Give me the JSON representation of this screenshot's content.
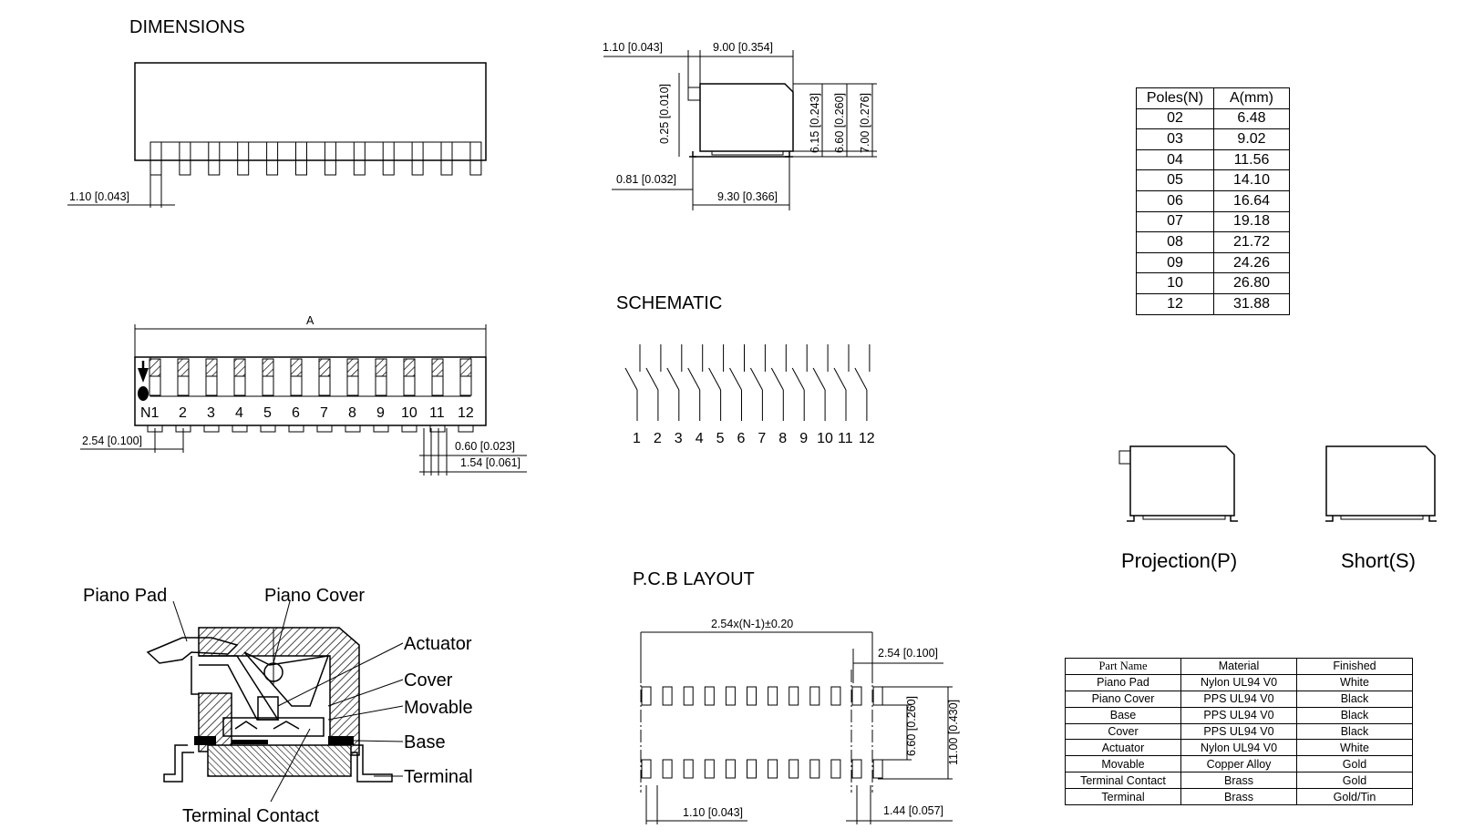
{
  "titles": {
    "dimensions": "DIMENSIONS",
    "schematic": "SCHEMATIC",
    "pcb_layout": "P.C.B  LAYOUT"
  },
  "dims": {
    "top_pitch": "1.10 [0.043]",
    "side_left_offset": "1.10 [0.043]",
    "side_body_width": "9.00 [0.354]",
    "side_lead_thickness": "0.25 [0.010]",
    "side_h1": "6.15 [0.243]",
    "side_h2": "6.60 [0.260]",
    "side_h3": "7.00 [0.276]",
    "side_bottom_offset": "0.81 [0.032]",
    "side_overall_width": "9.30 [0.366]",
    "front_overall": "A",
    "front_pitch": "2.54 [0.100]",
    "front_lead_width": "0.60 [0.023]",
    "front_lead_span": "1.54 [0.061]",
    "pcb_total_pitch": "2.54x(N-1)±0.20",
    "pcb_pitch": "2.54 [0.100]",
    "pcb_row_spacing": "6.60 [0.260]",
    "pcb_overall": "11.00 [0.430]",
    "pcb_pad_width": "1.10 [0.043]",
    "pcb_pad_length": "1.44 [0.057]"
  },
  "front_view": {
    "switch_labels": [
      "N1",
      "2",
      "3",
      "4",
      "5",
      "6",
      "7",
      "8",
      "9",
      "10",
      "11",
      "12"
    ]
  },
  "schematic": {
    "pin_labels": [
      "1",
      "2",
      "3",
      "4",
      "5",
      "6",
      "7",
      "8",
      "9",
      "10",
      "11",
      "12"
    ]
  },
  "cross_section": {
    "callouts": {
      "piano_pad": "Piano Pad",
      "piano_cover": "Piano Cover",
      "actuator": "Actuator",
      "cover": "Cover",
      "movable": "Movable",
      "base": "Base",
      "terminal": "Terminal",
      "terminal_contact": "Terminal  Contact"
    }
  },
  "variants": {
    "projection": "Projection(P)",
    "short": "Short(S)"
  },
  "poles_table": {
    "headers": [
      "Poles(N)",
      "A(mm)"
    ],
    "rows": [
      [
        "02",
        "6.48"
      ],
      [
        "03",
        "9.02"
      ],
      [
        "04",
        "11.56"
      ],
      [
        "05",
        "14.10"
      ],
      [
        "06",
        "16.64"
      ],
      [
        "07",
        "19.18"
      ],
      [
        "08",
        "21.72"
      ],
      [
        "09",
        "24.26"
      ],
      [
        "10",
        "26.80"
      ],
      [
        "12",
        "31.88"
      ]
    ]
  },
  "material_table": {
    "headers": [
      "Part Name",
      "Material",
      "Finished"
    ],
    "rows": [
      [
        "Piano Pad",
        "Nylon UL94  V0",
        "White"
      ],
      [
        "Piano Cover",
        "PPS UL94  V0",
        "Black"
      ],
      [
        "Base",
        "PPS UL94  V0",
        "Black"
      ],
      [
        "Cover",
        "PPS UL94  V0",
        "Black"
      ],
      [
        "Actuator",
        "Nylon UL94  V0",
        "White"
      ],
      [
        "Movable",
        "Copper Alloy",
        "Gold"
      ],
      [
        "Terminal Contact",
        "Brass",
        "Gold"
      ],
      [
        "Terminal",
        "Brass",
        "Gold/Tin"
      ]
    ]
  }
}
